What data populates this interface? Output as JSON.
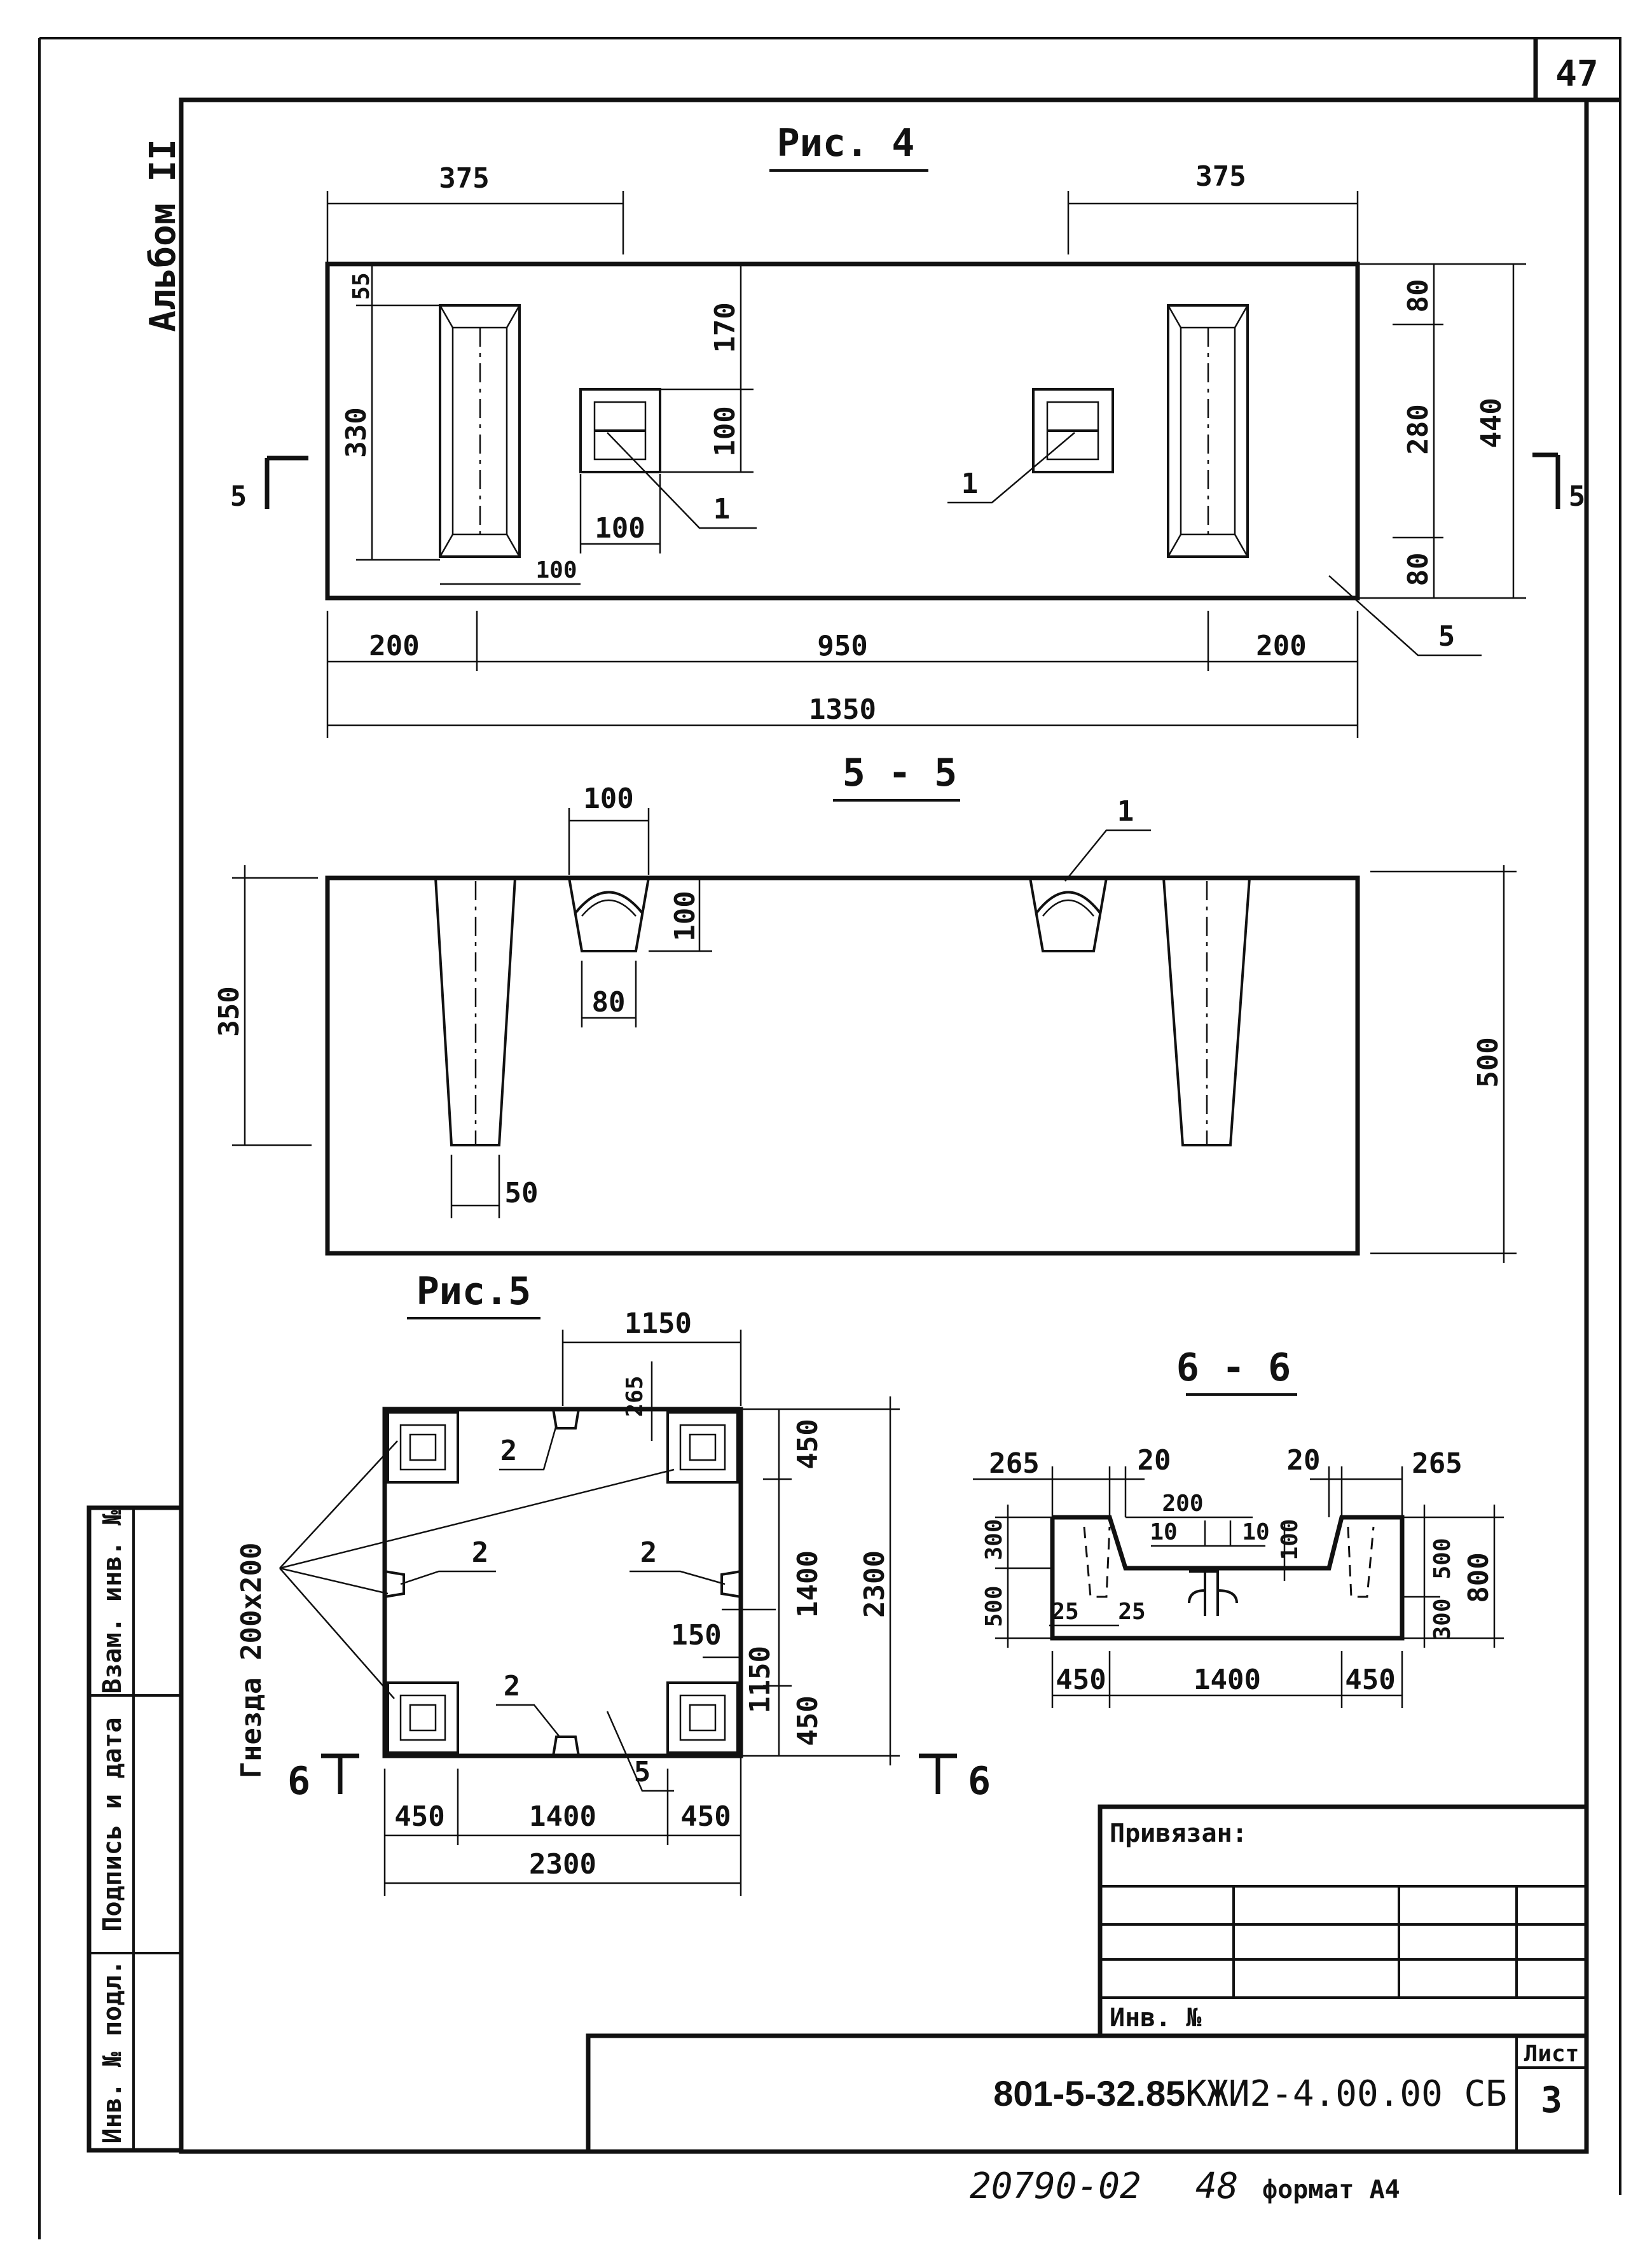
{
  "sheet_number_corner": "47",
  "album_label": "Альбом II",
  "fig4": {
    "title": "Рис. 4",
    "dims": {
      "top_left": "375",
      "top_right": "375",
      "d55": "55",
      "d330": "330",
      "d170": "170",
      "d100v": "100",
      "d100h": "100",
      "d100b": "100",
      "d80a": "80",
      "d280": "280",
      "d80b": "80",
      "d440": "440",
      "d200a": "200",
      "d950": "950",
      "d200b": "200",
      "d1350": "1350"
    },
    "callouts": {
      "c1a": "1",
      "c1b": "1",
      "c5": "5"
    },
    "section_marks": {
      "left": "5",
      "right": "5"
    }
  },
  "sec55": {
    "title": "5 - 5",
    "dims": {
      "d100top": "100",
      "d100v": "100",
      "d80": "80",
      "d350": "350",
      "d50": "50",
      "d500": "500"
    },
    "callout": "1"
  },
  "fig5": {
    "title": "Рис.5",
    "nest_label": "Гнезда 200х200",
    "dims": {
      "d1150top": "1150",
      "d265": "265",
      "d450a": "450",
      "d1400v": "1400",
      "d450b": "450",
      "d2300v": "2300",
      "d150": "150",
      "d1150v": "1150",
      "d450c": "450",
      "d1400h": "1400",
      "d450d": "450",
      "d2300h": "2300"
    },
    "callouts": {
      "c2a": "2",
      "c2b": "2",
      "c2c": "2",
      "c2d": "2",
      "c5": "5"
    },
    "section_marks": {
      "left": "6",
      "right": "6"
    }
  },
  "sec66": {
    "title": "6 - 6",
    "dims": {
      "d265a": "265",
      "d20a": "20",
      "d20b": "20",
      "d265b": "265",
      "d200": "200",
      "d10a": "10",
      "d10b": "10",
      "d100": "100",
      "d300a": "300",
      "d500a": "500",
      "d25a": "25",
      "d25b": "25",
      "d500b": "500",
      "d300b": "300",
      "d800": "800",
      "d450a": "450",
      "d1400": "1400",
      "d450b": "450"
    }
  },
  "side_stamp": {
    "c1": "Взам. инв. №",
    "c2": "Подпись и дата",
    "c3": "Инв. № подл."
  },
  "title_block": {
    "bound_label": "Привязан:",
    "inv_label": "Инв. №",
    "doc_code_bold": "801-5-32.85",
    "doc_code_rest": "КЖИ2-4.00.00 СБ",
    "sheet_label": "Лист",
    "sheet_value": "3"
  },
  "footer": {
    "left": "20790-02",
    "mid": "48",
    "right": "формат А4"
  }
}
